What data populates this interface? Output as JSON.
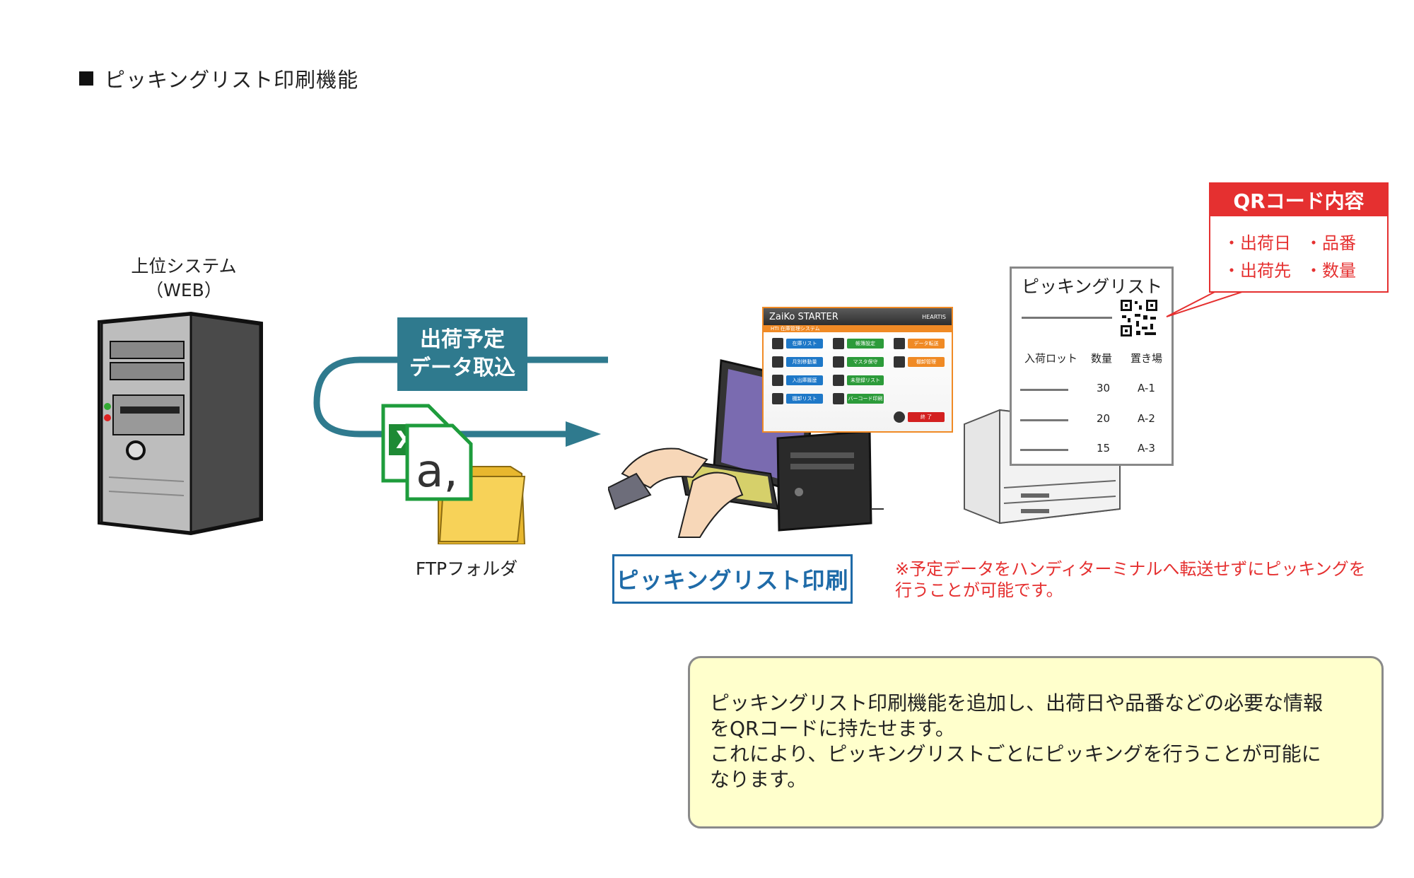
{
  "title": "ピッキングリスト印刷機能",
  "upper_system": {
    "line1": "上位システム",
    "line2": "（WEB）"
  },
  "import_box": {
    "line1": "出荷予定",
    "line2": "データ取込"
  },
  "ftp_label": "FTPフォルダ",
  "print_button": "ピッキングリスト印刷",
  "note": {
    "line1": "※予定データをハンディターミナルへ転送せずにピッキングを",
    "line2": "行うことが可能です。"
  },
  "qr_content": {
    "title": "QRコード内容",
    "items": [
      "・出荷日",
      "・品番",
      "・出荷先",
      "・数量"
    ]
  },
  "picking_sheet": {
    "title": "ピッキングリスト",
    "headers": [
      "入荷ロット",
      "数量",
      "置き場"
    ],
    "rows": [
      {
        "qty": "30",
        "location": "A-1"
      },
      {
        "qty": "20",
        "location": "A-2"
      },
      {
        "qty": "15",
        "location": "A-3"
      }
    ]
  },
  "app_window": {
    "brand": "ZaiKo STARTER",
    "company": "HEARTIS",
    "subtitle": "HTI 在庫管理システム",
    "buttons": [
      "在庫リスト",
      "帳簿設定",
      "データ転送",
      "月別移動量",
      "マスタ保守",
      "棚卸管理",
      "入出庫履歴",
      "未登録リスト",
      "棚卸リスト",
      "バーコード印刷",
      "終 了"
    ]
  },
  "summary": {
    "line1": "ピッキングリスト印刷機能を追加し、出荷日や品番などの必要な情報",
    "line2": "をQRコードに持たせます。",
    "line3": "これにより、ピッキングリストごとにピッキングを行うことが可能に",
    "line4": "なります。"
  },
  "colors": {
    "flow_teal": "#2f7a8e",
    "print_blue": "#1f6ba8",
    "alert_red": "#e53030",
    "summary_bg": "#ffffcc",
    "app_orange": "#f08a25"
  }
}
